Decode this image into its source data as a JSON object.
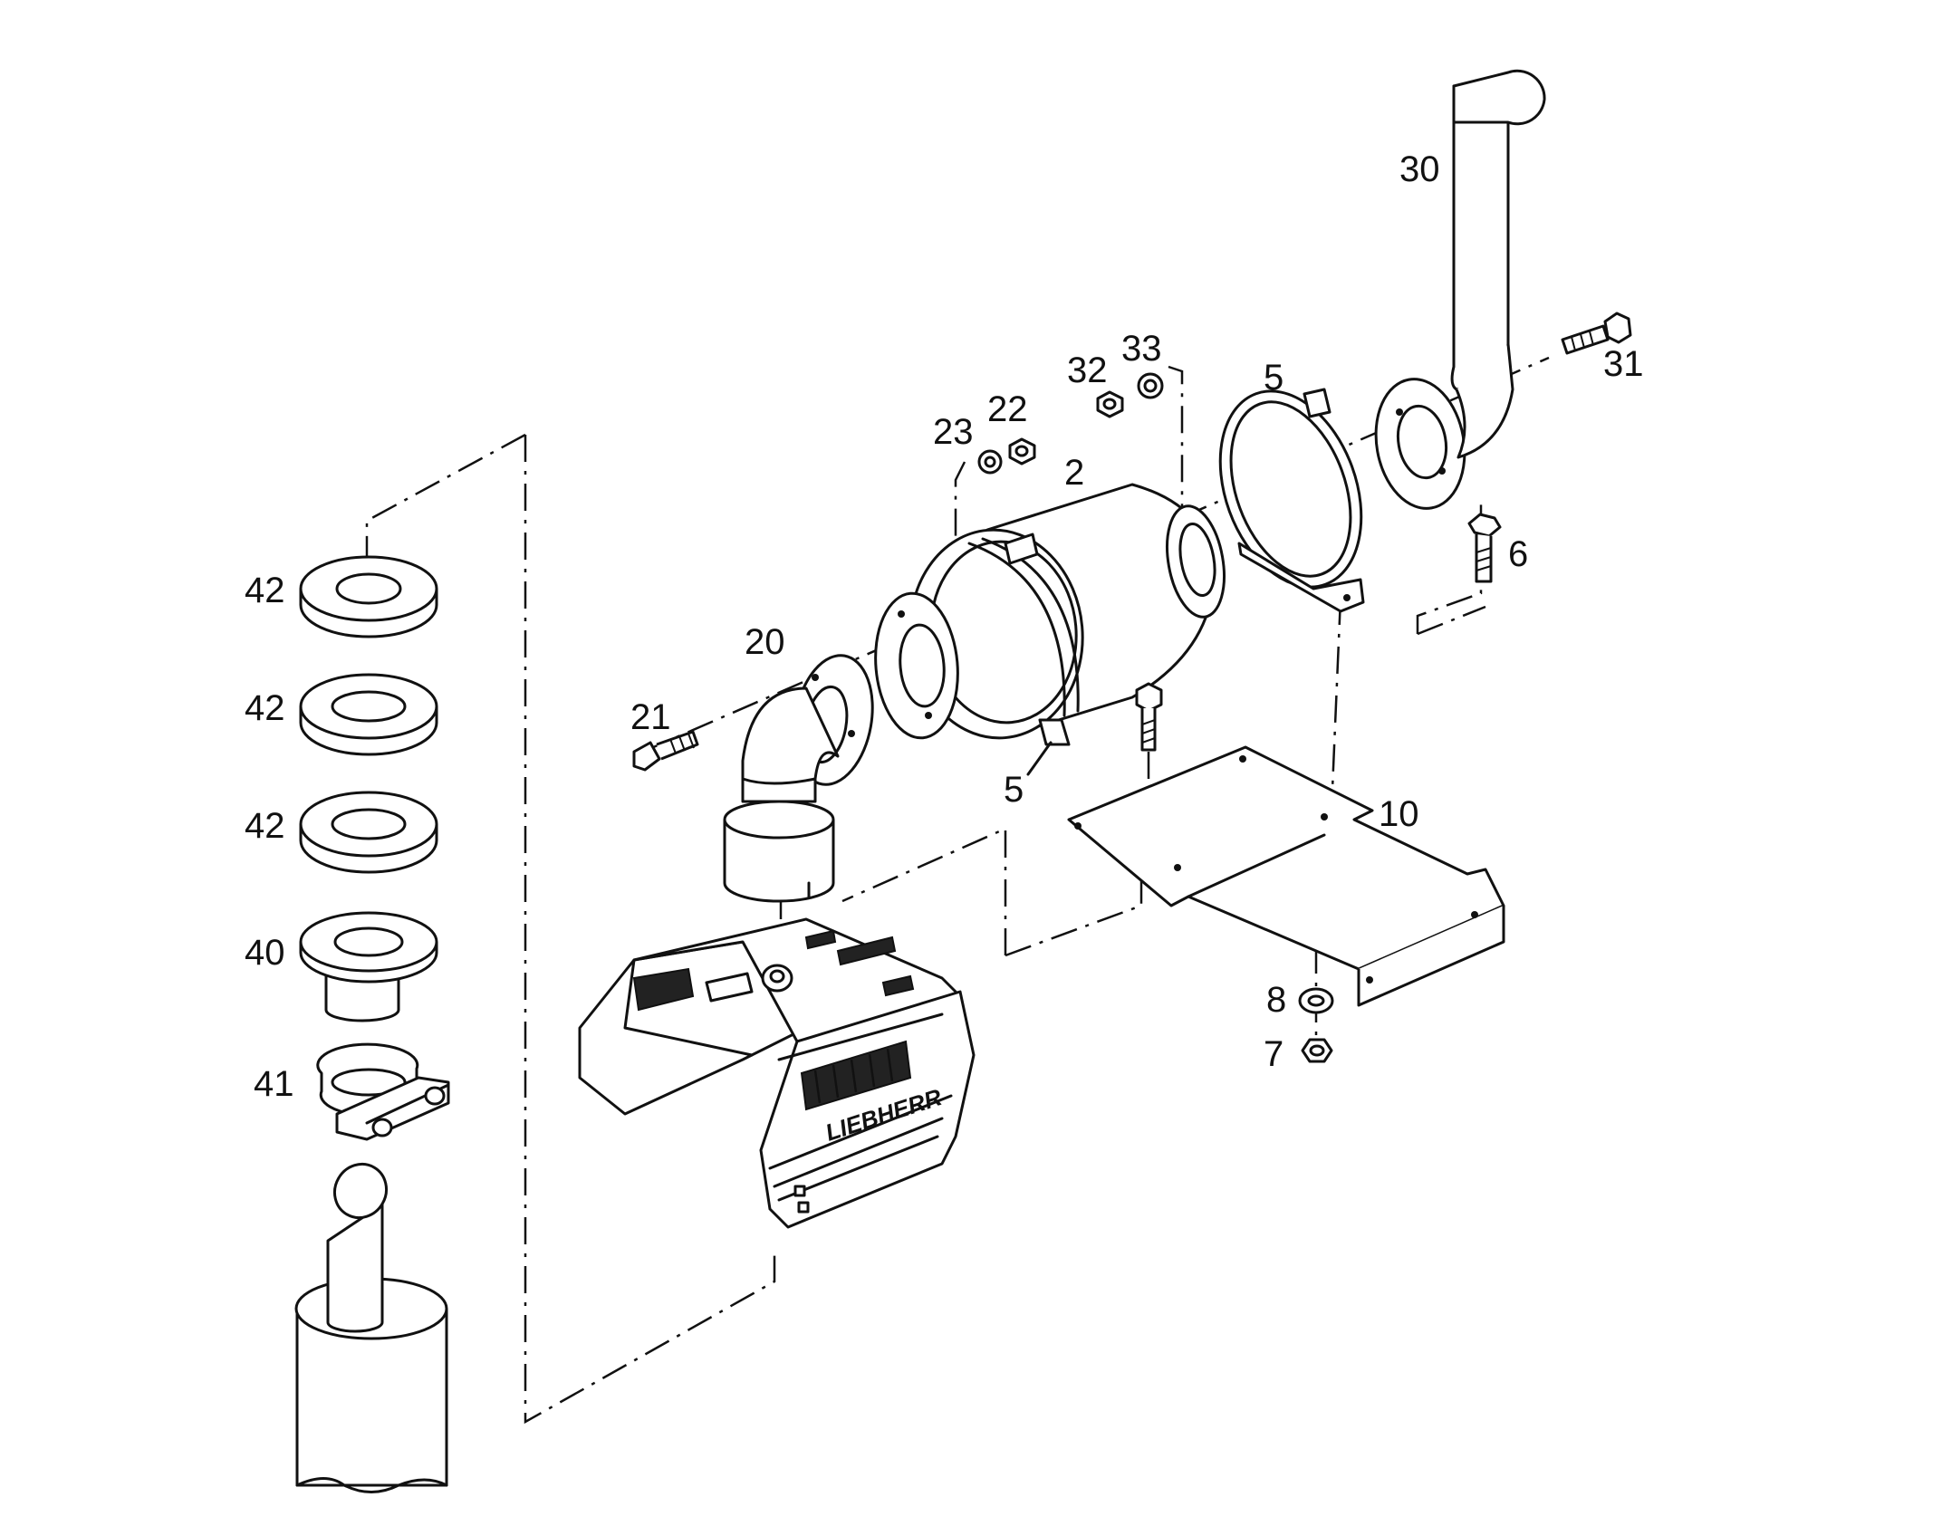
{
  "labels": {
    "p42a": "42",
    "p42b": "42",
    "p42c": "42",
    "p40": "40",
    "p41": "41",
    "p20": "20",
    "p21": "21",
    "p23": "23",
    "p22": "22",
    "p2": "2",
    "p32": "32",
    "p33": "33",
    "p5top": "5",
    "p5bottom": "5",
    "p30": "30",
    "p31": "31",
    "p6": "6",
    "p10": "10",
    "p8": "8",
    "p7": "7"
  },
  "logo_text": "LIEBHERR"
}
